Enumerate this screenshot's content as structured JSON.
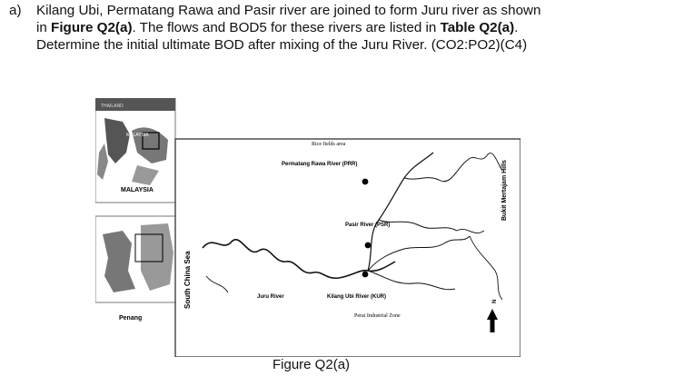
{
  "question": {
    "label": "a)",
    "line1_text": "Kilang Ubi, Permatang Rawa and Pasir river are joined to form Juru river as shown",
    "line2_pre": "in ",
    "line2_fig_ref": "Figure Q2(a)",
    "line2_mid": ". The flows and BOD5 for these rivers are listed in ",
    "line2_table_ref": "Table Q2(a)",
    "line2_post": ".",
    "line3_text": "Determine the initial ultimate BOD after mixing of the Juru River. (CO2:PO2)(C4)"
  },
  "map": {
    "inset_top_label": "THAILAND",
    "inset_mid_label": "MALAYSIA",
    "country_label": "MALAYSIA",
    "region_label": "Penang",
    "sea_label": "South China Sea",
    "hills_label": "Bukit Mertajam Hills",
    "rice_label": "Rice fields area",
    "prr_label": "Permatang Rawa River (PRR)",
    "psr_label": "Pasir River (PSR)",
    "juru_label": "Juru River",
    "kur_label": "Kilang Ubi River (KUR)",
    "industrial_label": "Perai Industrial Zone",
    "north_label": "N"
  },
  "figure_caption": "Figure Q2(a)"
}
